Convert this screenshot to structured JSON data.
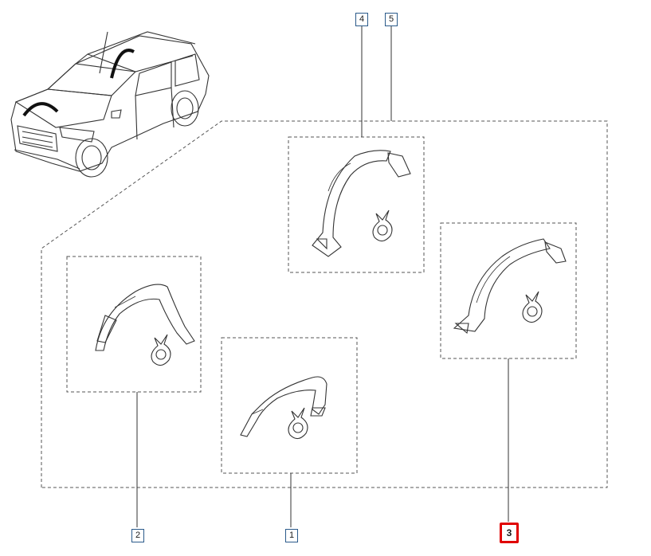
{
  "diagram": {
    "callouts": {
      "c1": "1",
      "c2": "2",
      "c3": "3",
      "c4": "4",
      "c5": "5"
    },
    "selected_callout": "3",
    "colors": {
      "line": "#333333",
      "callout_border": "#2a5a8a",
      "selected_border": "#e00000"
    },
    "parts": [
      {
        "ref": "1",
        "icon": "wheel-arch-trim-icon"
      },
      {
        "ref": "2",
        "icon": "wheel-arch-trim-icon"
      },
      {
        "ref": "3",
        "icon": "wheel-arch-trim-icon"
      },
      {
        "ref": "4",
        "icon": "wheel-arch-trim-icon"
      }
    ]
  }
}
